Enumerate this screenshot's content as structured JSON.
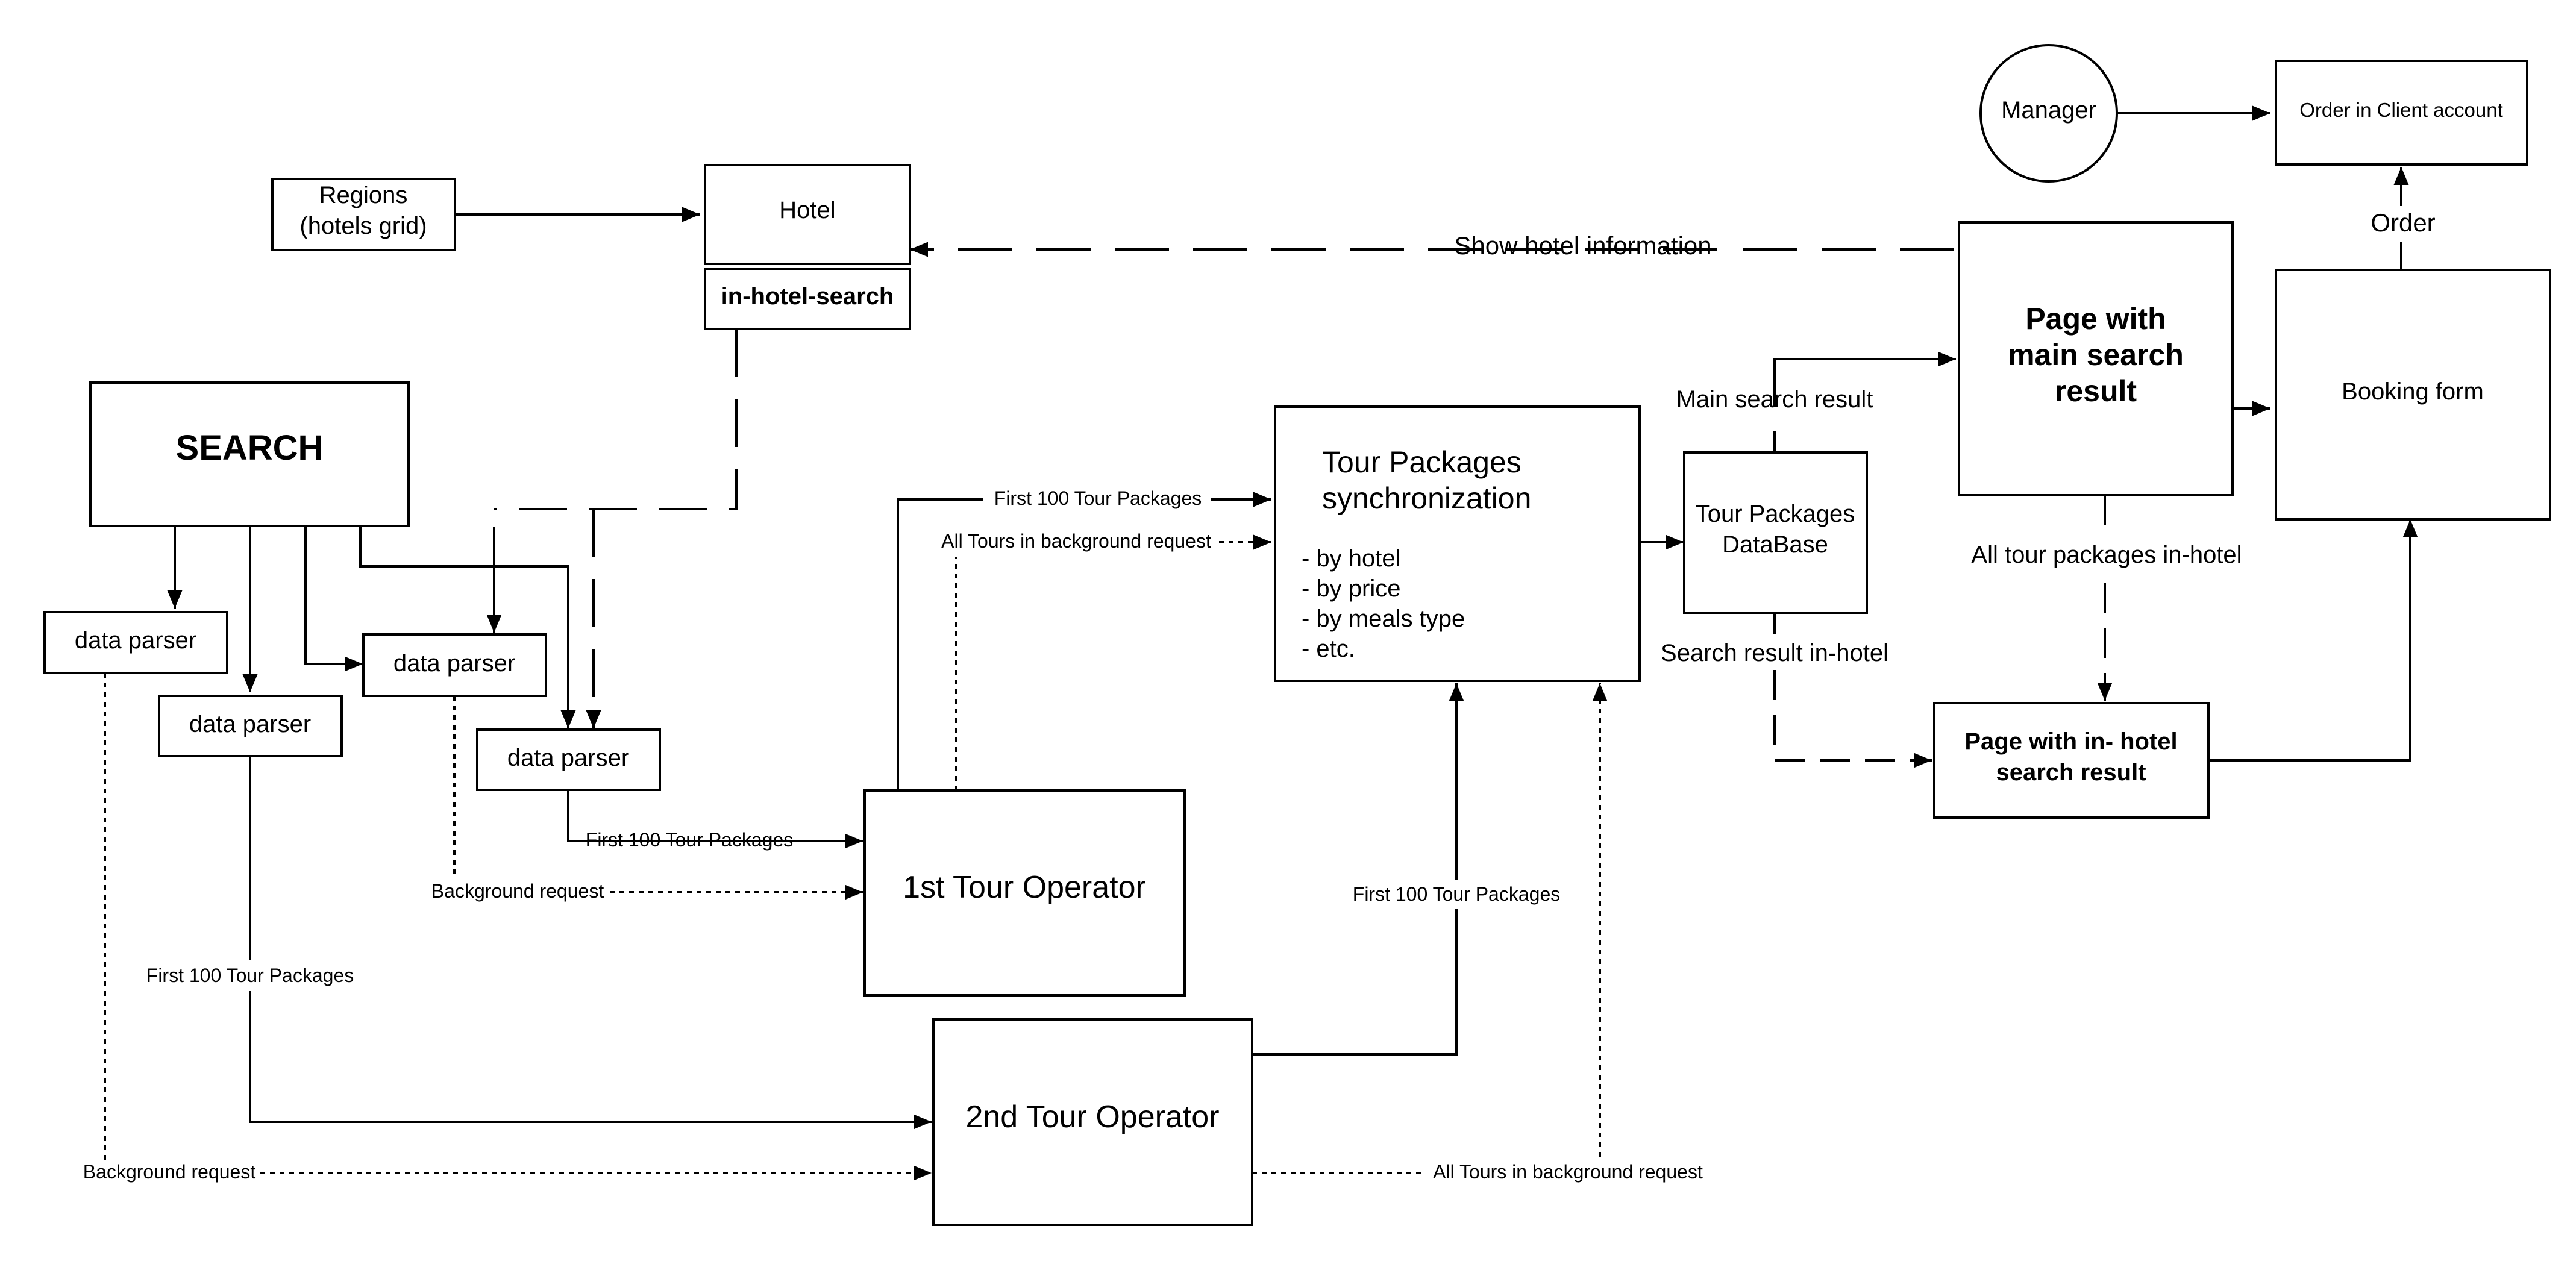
{
  "nodes": {
    "regions": [
      "Regions",
      "(hotels grid)"
    ],
    "hotel": "Hotel",
    "in_hotel_search": "in-hotel-search",
    "search": "SEARCH",
    "data_parser_1": "data parser",
    "data_parser_2": "data parser",
    "data_parser_3": "data parser",
    "data_parser_4": "data parser",
    "tour_operator_1": "1st Tour Operator",
    "tour_operator_2": "2nd Tour Operator",
    "sync": {
      "title": [
        "Tour Packages",
        "synchronization"
      ],
      "items": [
        "- by hotel",
        "- by price",
        "- by meals type",
        "- etc."
      ]
    },
    "database": [
      "Tour Packages",
      "DataBase"
    ],
    "page_main": [
      "Page with",
      "main search",
      "result"
    ],
    "page_in_hotel": [
      "Page with in- hotel",
      "search result"
    ],
    "booking_form": "Booking form",
    "manager": "Manager",
    "order_client": "Order in Client account"
  },
  "edge_labels": {
    "show_hotel_info": "Show hotel information",
    "order": "Order",
    "main_search_result": "Main search result",
    "all_tour_packages_in_hotel": "All tour packages in-hotel",
    "search_result_in_hotel": "Search result in-hotel",
    "first100_top": "First 100 Tour Packages",
    "all_tours_bg_top": "All Tours in background request",
    "first100_parser4": "First 100 Tour Packages",
    "background_request_1": "Background request",
    "first100_left": "First 100 Tour Packages",
    "background_request_2": "Background request",
    "first100_op2": "First 100 Tour Packages",
    "all_tours_bg_bottom": "All Tours in background request"
  }
}
